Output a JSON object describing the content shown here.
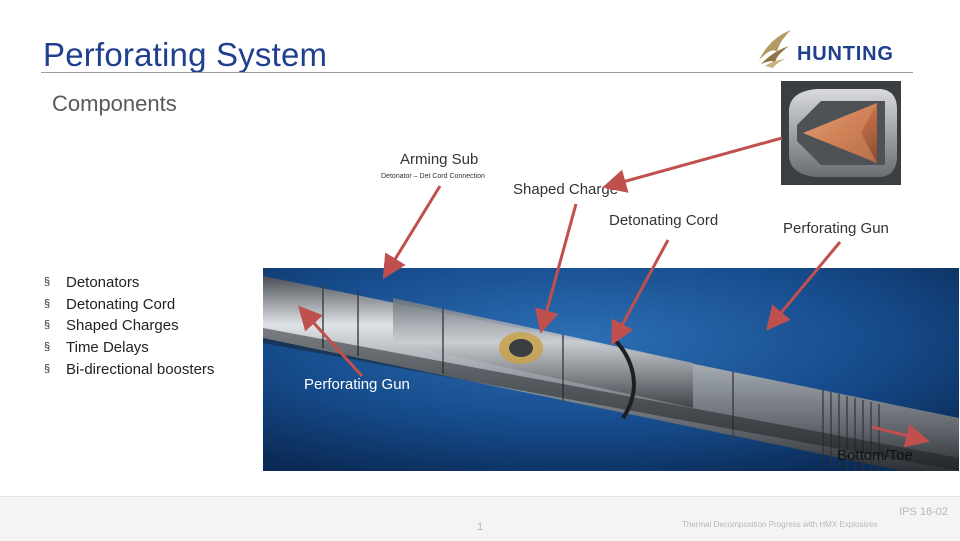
{
  "slide": {
    "title": "Perforating System",
    "subtitle": "Components"
  },
  "logo": {
    "text": "HUNTING",
    "icon": "wing-logo-icon",
    "color": "#1f3f8f"
  },
  "callouts": {
    "arming_sub": "Arming Sub",
    "detonator_connection": "Detonator – Det Cord Connection",
    "shaped_charge": "Shaped Charge",
    "detonating_cord": "Detonating Cord",
    "perforating_gun_top": "Perforating Gun",
    "perforating_gun_photo": "Perforating Gun",
    "bottom_toe": "Bottom/Toe"
  },
  "bullets": [
    "Detonators",
    "Detonating Cord",
    "Shaped Charges",
    "Time Delays",
    "Bi-directional boosters"
  ],
  "bullet_marker": "§",
  "footer": {
    "code": "IPS 16-02",
    "text": "Thermal Decomposition Progress with HMX Explosives",
    "page": "1"
  },
  "colors": {
    "title": "#1f3f8f",
    "arrow": "#c0504d",
    "photo_background": "#1a4c8c"
  }
}
